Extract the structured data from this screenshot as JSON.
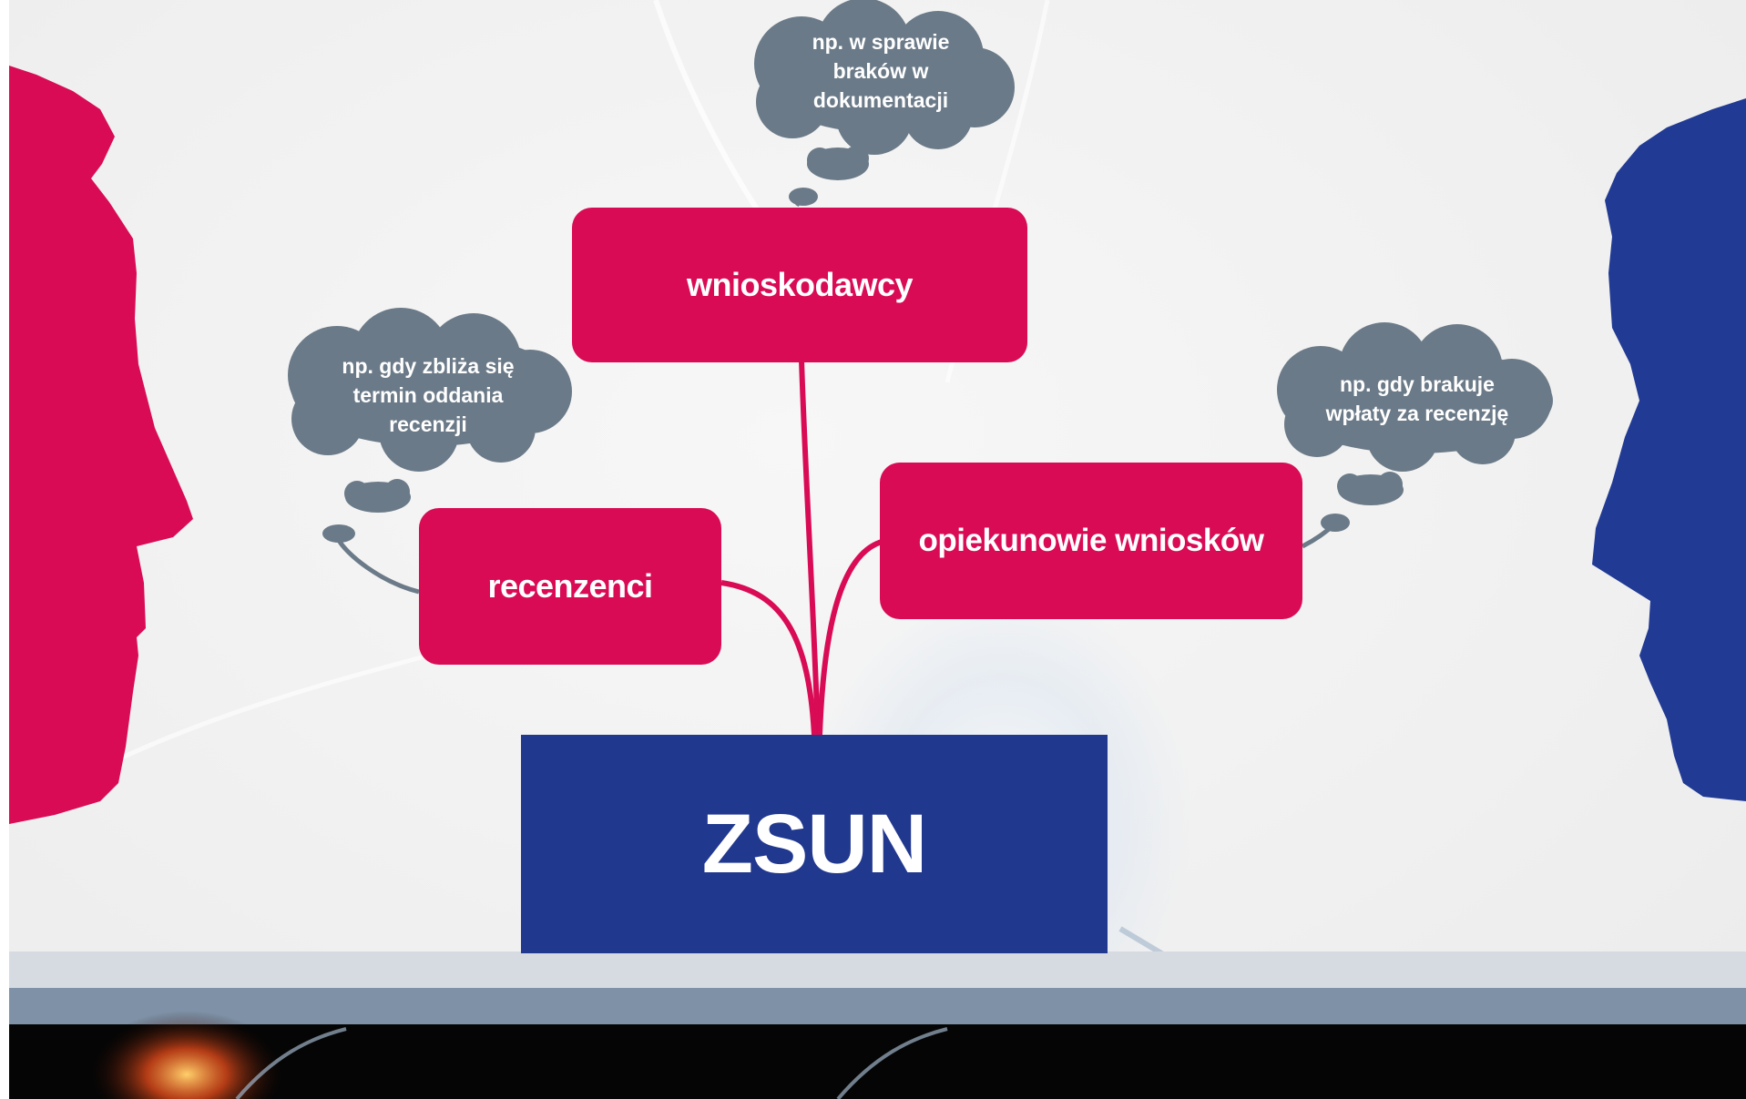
{
  "diagram": {
    "center": {
      "label": "ZSUN"
    },
    "nodes": {
      "wnioskodawcy": {
        "label": "wnioskodawcy"
      },
      "recenzenci": {
        "label": "recenzenci"
      },
      "opiekunowie": {
        "label": "opiekunowie wniosków"
      }
    },
    "thoughts": {
      "wnioskodawcy": {
        "lines": [
          "np. w sprawie",
          "braków w",
          "dokumentacji"
        ]
      },
      "recenzenci": {
        "lines": [
          "np. gdy zbliża się",
          "termin oddania",
          "recenzji"
        ]
      },
      "opiekunowie": {
        "lines": [
          "np. gdy brakuje",
          "wpłaty za recenzję"
        ]
      }
    },
    "colors": {
      "accent_pink": "#d90b55",
      "accent_blue": "#21388f",
      "bubble_gray": "#6b7a88"
    }
  }
}
